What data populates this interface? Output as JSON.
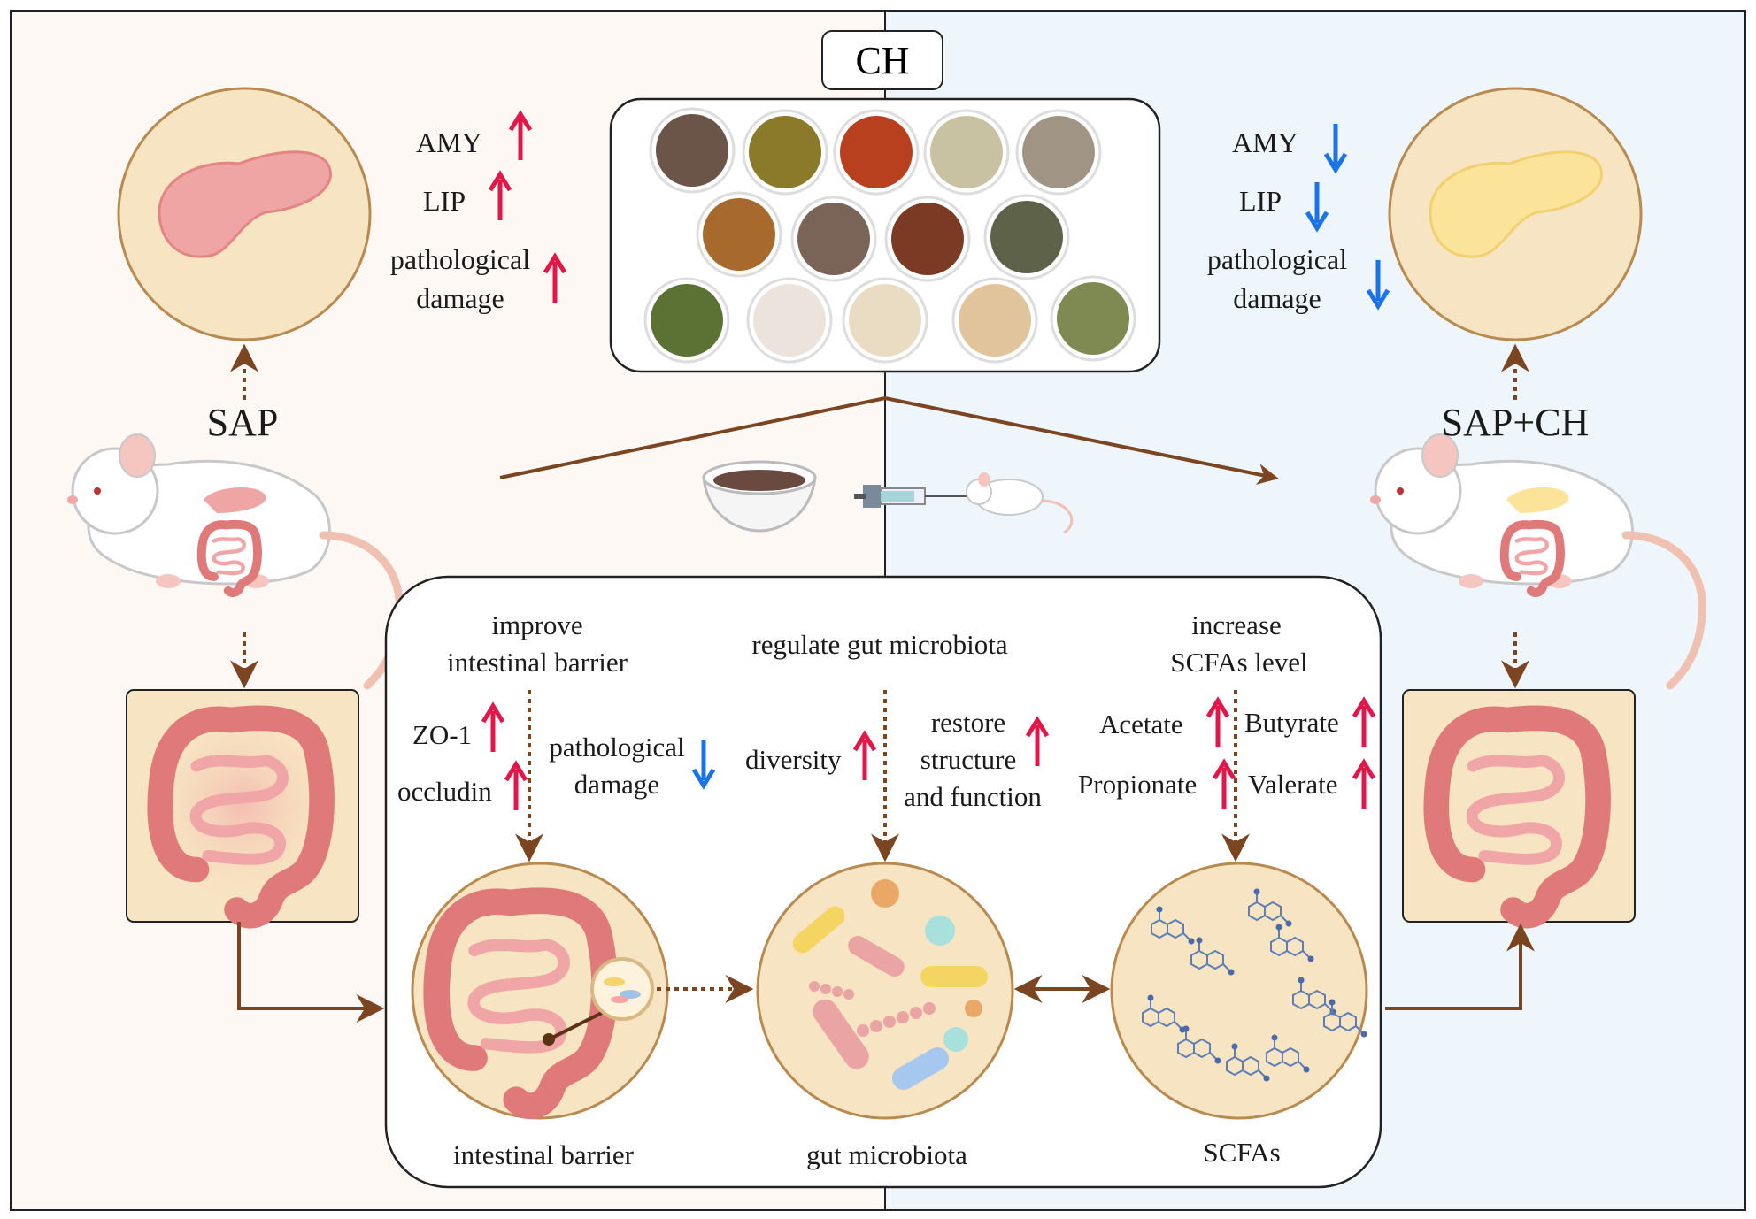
{
  "colors": {
    "left_panel_bg": "#fdf8f4",
    "right_panel_bg": "#eef6fc",
    "arrow_brown": "#7a4520",
    "up_arrow_red": "#e3164a",
    "down_arrow_blue": "#1a73e8",
    "circle_fill": "#f7e4c2",
    "circle_stroke": "#b88a50"
  },
  "icons": [
    "pancreas-icon",
    "rat-icon",
    "intestine-icon",
    "herb-bowl-icon",
    "decoction-bowl-icon",
    "syringe-icon",
    "mouse-icon",
    "bacteria-icon",
    "molecule-icon",
    "magnifier-icon",
    "up-arrow-icon",
    "down-arrow-icon"
  ],
  "top_label": "CH",
  "left": {
    "group_label": "SAP",
    "markers": [
      {
        "name": "AMY",
        "direction": "up"
      },
      {
        "name": "LIP",
        "direction": "up"
      },
      {
        "name": "pathological damage",
        "line1": "pathological",
        "line2": "damage",
        "direction": "up"
      }
    ]
  },
  "right": {
    "group_label": "SAP+CH",
    "markers": [
      {
        "name": "AMY",
        "direction": "down"
      },
      {
        "name": "LIP",
        "direction": "down"
      },
      {
        "name": "pathological damage",
        "line1": "pathological",
        "line2": "damage",
        "direction": "down"
      }
    ]
  },
  "mechanisms": [
    {
      "heading_line1": "improve",
      "heading_line2": "intestinal barrier",
      "circle_label": "intestinal barrier",
      "markers": [
        {
          "name": "ZO-1",
          "direction": "up"
        },
        {
          "name": "occludin",
          "direction": "up"
        },
        {
          "name": "pathological damage",
          "line1": "pathological",
          "line2": "damage",
          "direction": "down"
        }
      ]
    },
    {
      "heading_line1": "regulate gut microbiota",
      "circle_label": "gut microbiota",
      "markers": [
        {
          "name": "diversity",
          "direction": "up"
        },
        {
          "name": "restore structure and function",
          "line1": "restore",
          "line2": "structure",
          "line3": "and function",
          "direction": "up"
        }
      ]
    },
    {
      "heading_line1": "increase",
      "heading_line2": "SCFAs level",
      "circle_label": "SCFAs",
      "markers": [
        {
          "name": "Acetate",
          "direction": "up"
        },
        {
          "name": "Butyrate",
          "direction": "up"
        },
        {
          "name": "Propionate",
          "direction": "up"
        },
        {
          "name": "Valerate",
          "direction": "up"
        }
      ]
    }
  ]
}
